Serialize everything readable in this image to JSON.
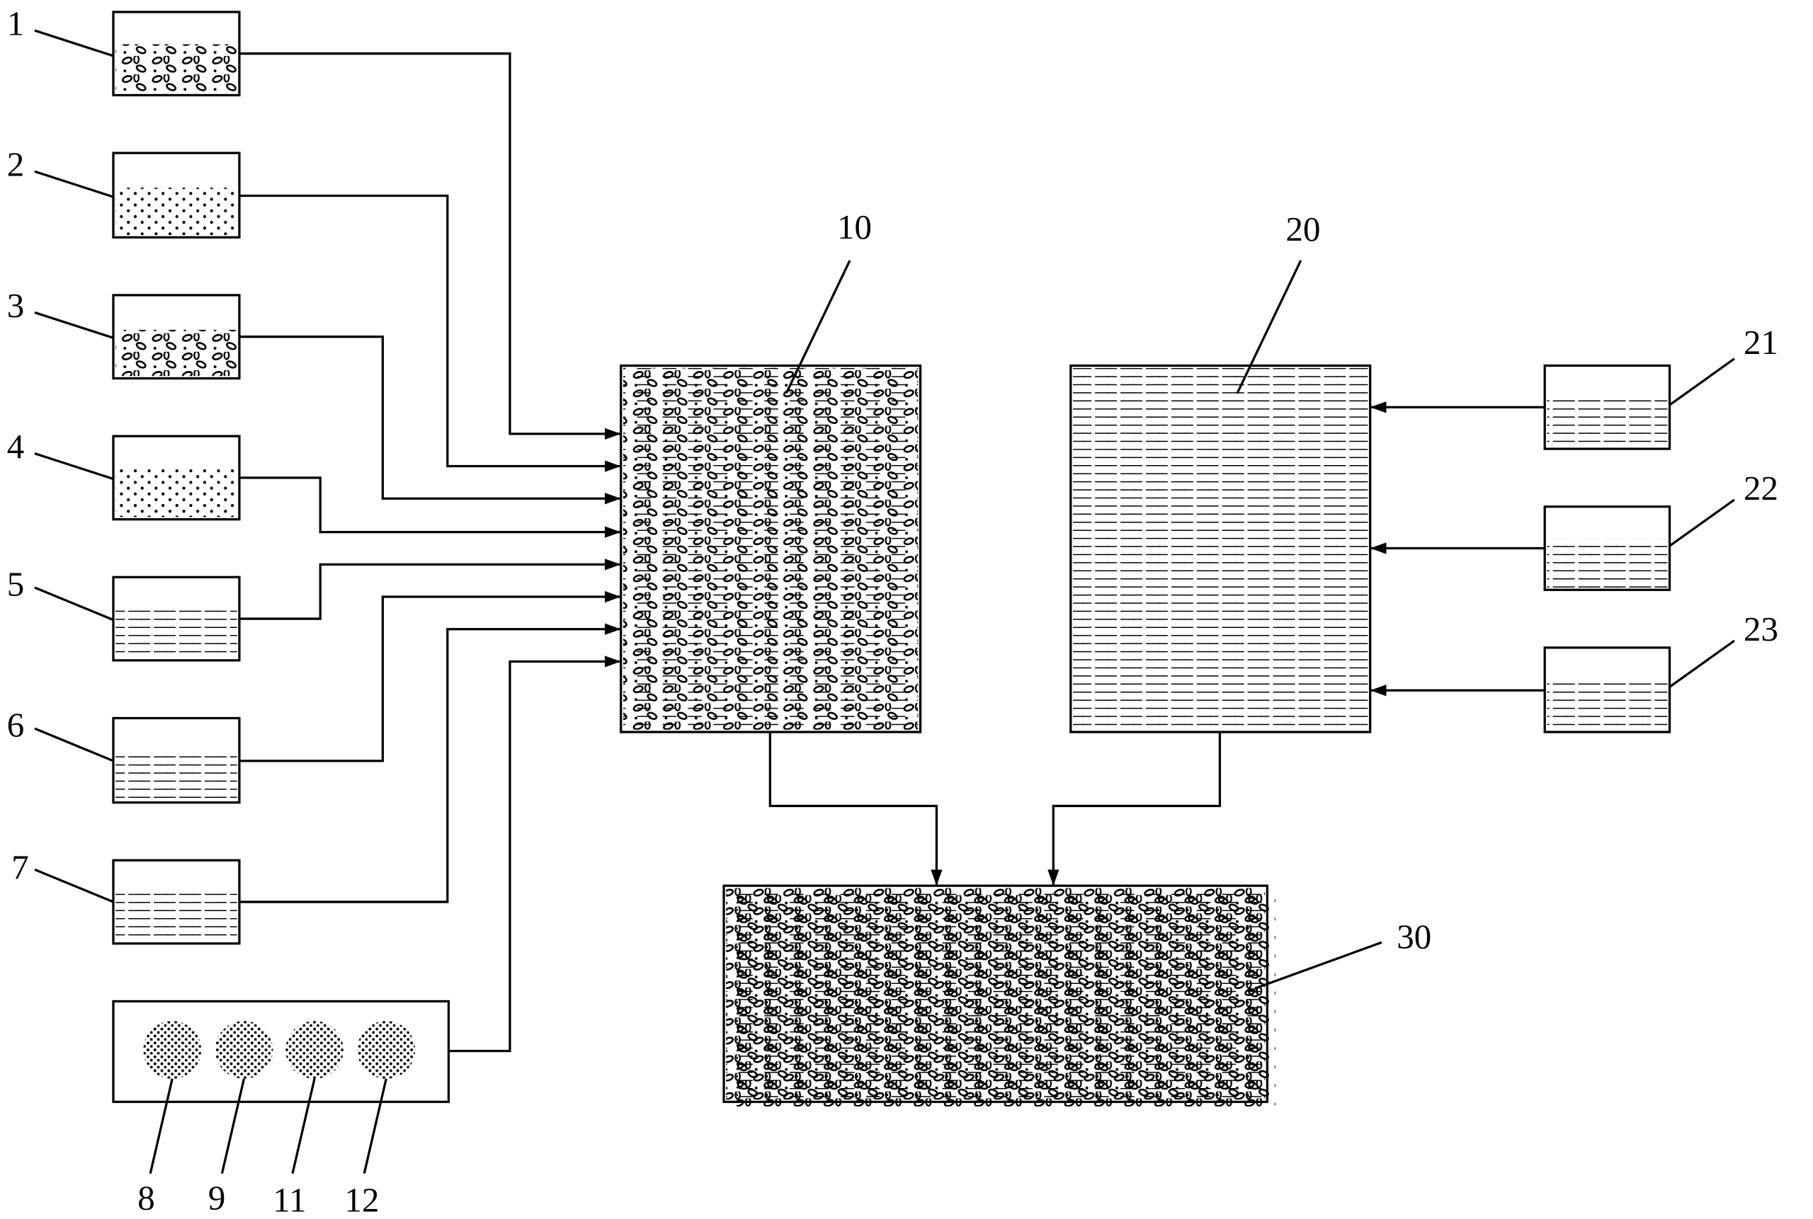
{
  "labels": {
    "l1": "1",
    "l2": "2",
    "l3": "3",
    "l4": "4",
    "l5": "5",
    "l6": "6",
    "l7": "7",
    "l8": "8",
    "l9": "9",
    "l11": "11",
    "l12": "12",
    "l10": "10",
    "l20": "20",
    "l21": "21",
    "l22": "22",
    "l23": "23",
    "l30": "30"
  },
  "colors": {
    "ink": "#000000",
    "paper": "#ffffff"
  }
}
